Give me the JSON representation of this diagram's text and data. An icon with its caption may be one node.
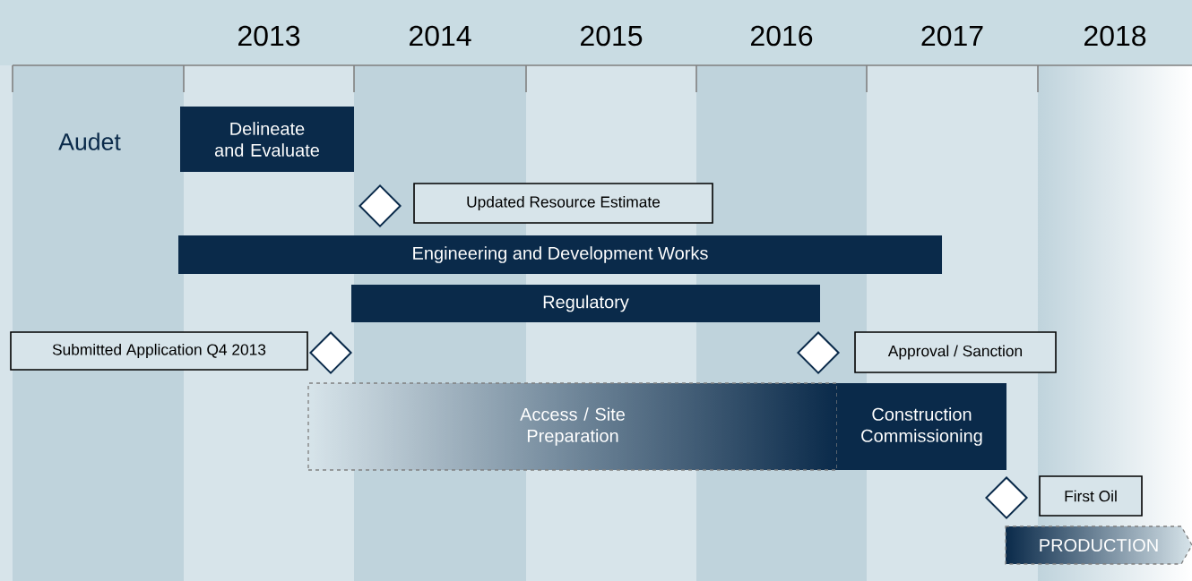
{
  "diagram": {
    "nodes": [
      {
        "text": [
          "Delineate and Evaluate"
        ]
      },
      {
        "text": [],
        "shape": "diamond"
      },
      {
        "text": [
          "Updated Resource Estimate"
        ]
      },
      {
        "text": [
          "Engineering and Development Works"
        ]
      },
      {
        "text": [
          "Regulatory"
        ]
      },
      {
        "text": [
          "Submitted Application Q4 2013"
        ]
      },
      {
        "text": [],
        "shape": "diamond"
      },
      {
        "text": [],
        "shape": "diamond"
      },
      {
        "text": [
          "Approval / Sanction"
        ]
      },
      {
        "text": [
          "Access / Site Preparation"
        ]
      },
      {
        "text": [
          "Construction Commissioning"
        ]
      },
      {
        "text": [],
        "shape": "diamond"
      },
      {
        "text": [
          "First Oil"
        ]
      },
      {
        "text": [
          "PRODUCTION"
        ]
      }
    ],
    "labels": [
      "2013",
      "2014",
      "2015",
      "2016",
      "2017",
      "2018",
      "Audet"
    ]
  }
}
